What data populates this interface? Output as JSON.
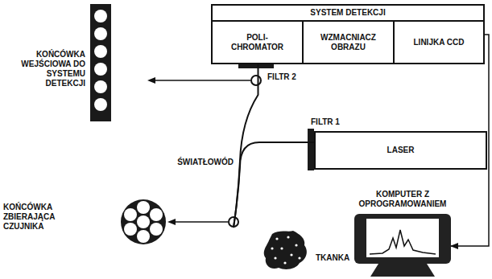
{
  "diagram": {
    "nodes": [
      {
        "text": [
          "SYSTEM DETEKCJI"
        ]
      },
      {
        "text": [
          "POLI- CHROMATOR"
        ],
        "in": 0
      },
      {
        "text": [
          "WZMACNIACZ OBRAZU"
        ],
        "in": 0
      },
      {
        "text": [
          "LINIJKA CCD"
        ],
        "in": 0
      },
      {
        "text": [
          "LASER"
        ]
      },
      {
        "text": [
          "KOMPUTER Z OPROGRAMOWANIEM"
        ]
      },
      {
        "text": [
          "TKANKA"
        ]
      }
    ],
    "edges": [
      {
        "from": 4,
        "to": 6,
        "arrow": "none"
      },
      {
        "from": 6,
        "to": 1,
        "arrow": "none"
      },
      {
        "from": 3,
        "to": 5,
        "arrow": "to"
      }
    ],
    "labels": [
      "KOŃCÓWKA WEJŚCIOWA DO SYSTEMU DETEKCJI",
      "FILTR 2",
      "FILTR 1",
      "ŚWIATŁOWÓD",
      "KOŃCÓWKA ZBIERAJĄCA CZUJNIKA"
    ]
  }
}
